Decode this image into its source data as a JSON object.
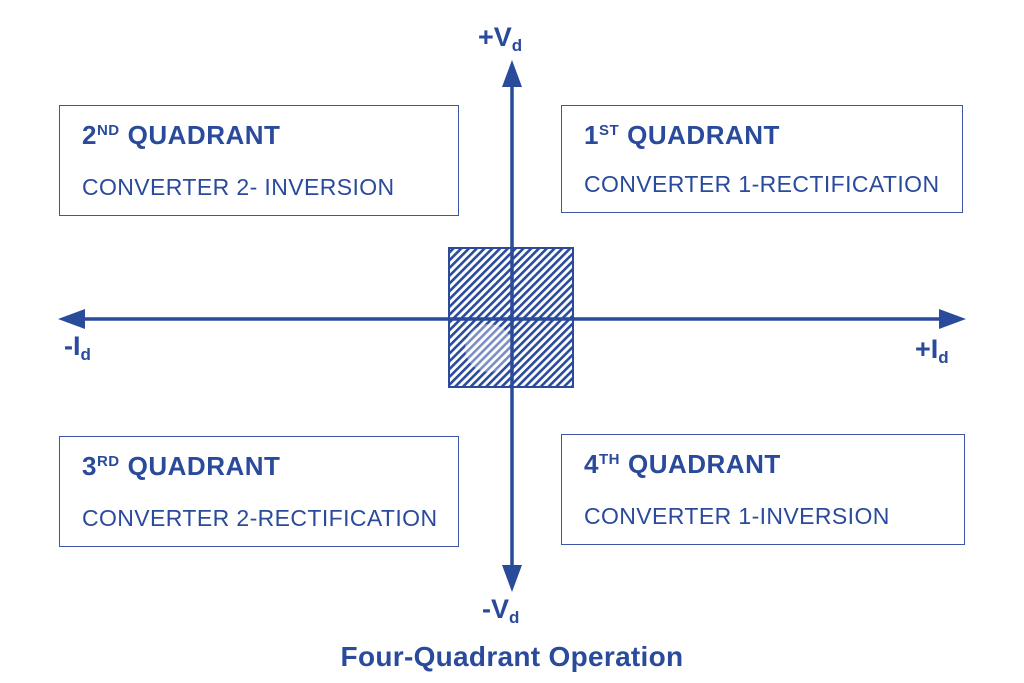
{
  "colors": {
    "primary_blue": "#2a4a9c",
    "box_border_blue": "#3d55a5",
    "background": "#ffffff"
  },
  "axes": {
    "top": {
      "main": "+V",
      "sub": "d"
    },
    "bottom": {
      "main": "-V",
      "sub": "d"
    },
    "left": {
      "main": "-I",
      "sub": "d"
    },
    "right": {
      "main": "+I",
      "sub": "d"
    }
  },
  "quadrants": {
    "q1": {
      "ordinal": "1",
      "suffix": "ST",
      "title": "QUADRANT",
      "description": "CONVERTER 1-RECTIFICATION"
    },
    "q2": {
      "ordinal": "2",
      "suffix": "ND",
      "title": "QUADRANT",
      "description": "CONVERTER 2- INVERSION"
    },
    "q3": {
      "ordinal": "3",
      "suffix": "RD",
      "title": "QUADRANT",
      "description": "CONVERTER 2-RECTIFICATION"
    },
    "q4": {
      "ordinal": "4",
      "suffix": "TH",
      "title": "QUADRANT",
      "description": "CONVERTER 1-INVERSION"
    }
  },
  "caption": "Four-Quadrant Operation"
}
